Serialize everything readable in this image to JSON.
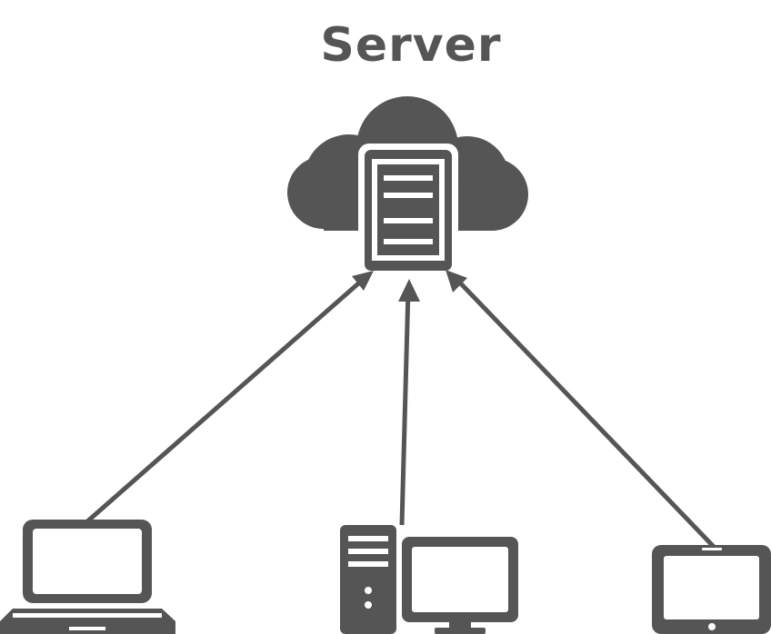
{
  "title": "Server",
  "colors": {
    "ink": "#555555",
    "background": "#ffffff"
  },
  "nodes": [
    {
      "id": "server",
      "icon": "cloud-server-icon"
    },
    {
      "id": "laptop",
      "icon": "laptop-icon"
    },
    {
      "id": "desktop",
      "icon": "desktop-computer-icon"
    },
    {
      "id": "tablet",
      "icon": "tablet-icon"
    }
  ],
  "edges": [
    {
      "from": "laptop",
      "to": "server"
    },
    {
      "from": "desktop",
      "to": "server"
    },
    {
      "from": "tablet",
      "to": "server"
    }
  ]
}
